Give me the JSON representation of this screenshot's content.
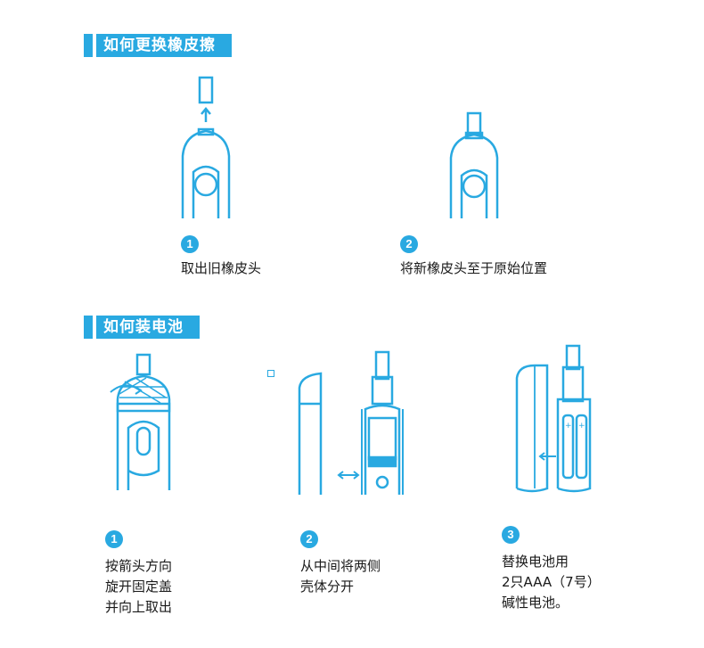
{
  "sections": {
    "eraser": {
      "title": "如何更换橡皮擦"
    },
    "battery": {
      "title": "如何装电池"
    }
  },
  "eraser_steps": [
    {
      "num": "1",
      "text": "取出旧橡皮头"
    },
    {
      "num": "2",
      "text": "将新橡皮头至于原始位置"
    }
  ],
  "battery_steps": [
    {
      "num": "1",
      "text": "按箭头方向\n旋开固定盖\n并向上取出"
    },
    {
      "num": "2",
      "text": "从中间将两侧\n壳体分开"
    },
    {
      "num": "3",
      "text": "替换电池用\n2只AAA（7号）\n碱性电池。"
    }
  ],
  "colors": {
    "accent": "#29a9e1",
    "text": "#1a1a1a"
  }
}
